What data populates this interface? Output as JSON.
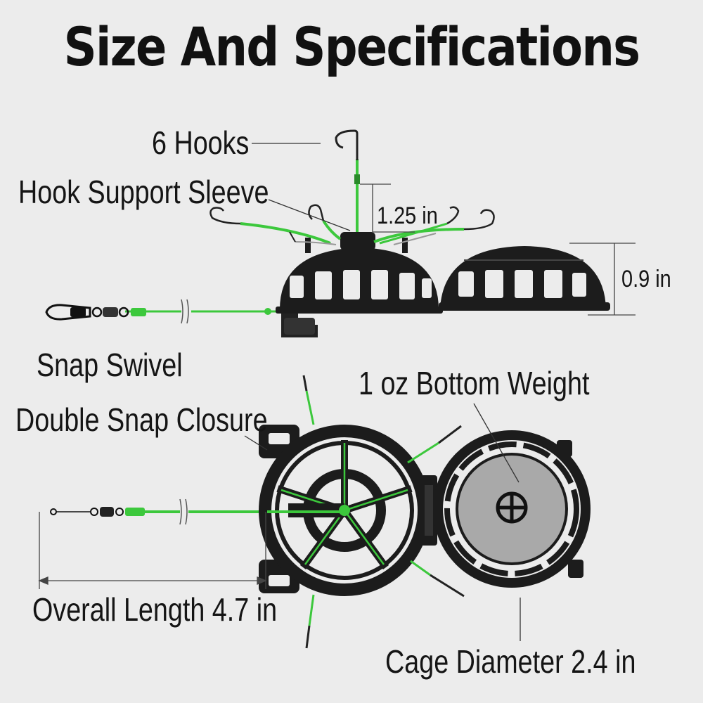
{
  "title": "Size And Specifications",
  "labels": {
    "hooks": "6 Hooks",
    "sleeve": "Hook Support Sleeve",
    "swivel": "Snap Swivel",
    "weight": "1 oz Bottom Weight",
    "closure": "Double Snap Closure",
    "length": "Overall Length 4.7 in",
    "diameter": "Cage Diameter 2.4 in"
  },
  "dimensions": {
    "hook_height": "1.25 in",
    "cage_height": "0.9 in"
  },
  "colors": {
    "background": "#ececec",
    "cage": "#1c1c1c",
    "line": "#3cc83c",
    "weight": "#a9a9a9",
    "text": "#151515"
  }
}
